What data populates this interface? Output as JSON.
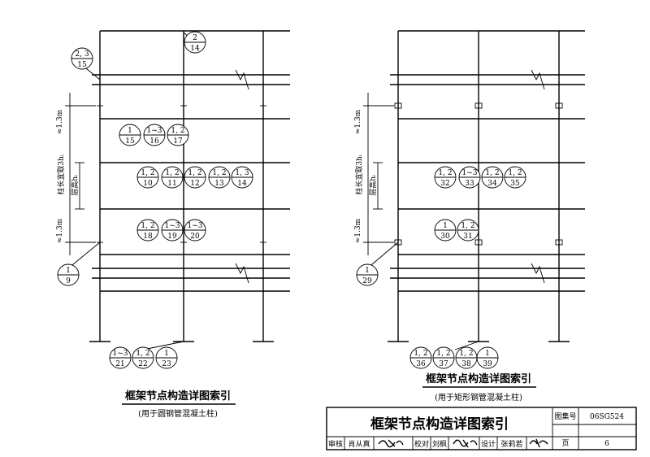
{
  "left": {
    "title": "框架节点构造详图索引",
    "subtitle": "(用于圆钢管混凝土柱)",
    "dim_top": "≈1.3m",
    "dim_bottom": "≈1.3m",
    "dim_col": "柱长宜取3hᵢ",
    "dim_floor": "层高hᵢ",
    "bubbles": [
      {
        "top": "2",
        "bot": "14"
      },
      {
        "top": "2, 3",
        "bot": "15"
      },
      {
        "top": "1",
        "bot": "15"
      },
      {
        "top": "1~3",
        "bot": "16"
      },
      {
        "top": "1, 2",
        "bot": "17"
      },
      {
        "top": "1, 2",
        "bot": "10"
      },
      {
        "top": "1, 2",
        "bot": "11"
      },
      {
        "top": "1, 2",
        "bot": "12"
      },
      {
        "top": "1, 2",
        "bot": "13"
      },
      {
        "top": "1, 3",
        "bot": "14"
      },
      {
        "top": "1, 2",
        "bot": "18"
      },
      {
        "top": "1~3",
        "bot": "19"
      },
      {
        "top": "1~3",
        "bot": "20"
      },
      {
        "top": "1",
        "bot": "9"
      },
      {
        "top": "1~3",
        "bot": "21"
      },
      {
        "top": "1, 2",
        "bot": "22"
      },
      {
        "top": "1",
        "bot": "23"
      }
    ]
  },
  "right": {
    "title": "框架节点构造详图索引",
    "subtitle": "(用于矩形钢管混凝土柱)",
    "dim_top": "≈1.3m",
    "dim_bottom": "≈1.3m",
    "dim_col": "柱长宜取3hᵢ",
    "dim_floor": "层高hᵢ",
    "bubbles": [
      {
        "top": "1, 2",
        "bot": "32"
      },
      {
        "top": "1~3",
        "bot": "33"
      },
      {
        "top": "1, 2",
        "bot": "34"
      },
      {
        "top": "1, 2",
        "bot": "35"
      },
      {
        "top": "1",
        "bot": "30"
      },
      {
        "top": "1, 2",
        "bot": "31"
      },
      {
        "top": "1",
        "bot": "29"
      },
      {
        "top": "1, 2",
        "bot": "36"
      },
      {
        "top": "1, 2",
        "bot": "37"
      },
      {
        "top": "1, 2",
        "bot": "38"
      },
      {
        "top": "1",
        "bot": "39"
      }
    ]
  },
  "titleblock": {
    "title": "框架节点构造详图索引",
    "atlas_label": "图集号",
    "atlas_no": "06SG524",
    "page_label": "页",
    "page_no": "6",
    "review_label": "审核",
    "review_name": "肖从真",
    "check_label": "校对",
    "check_name": "刘枫",
    "design_label": "设计",
    "design_name": "张莉若"
  }
}
